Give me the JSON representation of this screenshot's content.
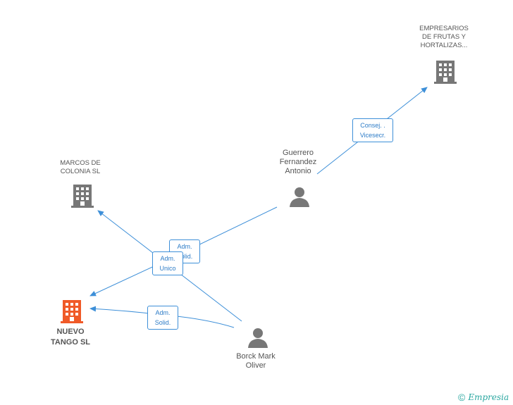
{
  "nodes": {
    "empresarios": {
      "lines": [
        "EMPRESARIOS",
        "DE FRUTAS Y",
        "HORTALIZAS..."
      ],
      "type": "company",
      "color": "#777777"
    },
    "marcos": {
      "lines": [
        "MARCOS DE",
        "COLONIA SL"
      ],
      "type": "company",
      "color": "#777777"
    },
    "nuevo_tango": {
      "lines": [
        "NUEVO",
        "TANGO SL"
      ],
      "type": "company",
      "color": "#f05a28"
    },
    "guerrero": {
      "lines": [
        "Guerrero",
        "Fernandez",
        "Antonio"
      ],
      "type": "person",
      "color": "#777777"
    },
    "borck": {
      "lines": [
        "Borck Mark",
        "Oliver"
      ],
      "type": "person",
      "color": "#777777"
    }
  },
  "edges": {
    "consej": {
      "lines": [
        "Consej. .",
        "Vicesecr."
      ]
    },
    "adm_solid_top": {
      "lines": [
        "Adm.",
        "Solid."
      ]
    },
    "adm_unico": {
      "lines": [
        "Adm.",
        "Unico"
      ]
    },
    "adm_solid_bottom": {
      "lines": [
        "Adm.",
        "Solid."
      ]
    }
  },
  "footer": {
    "copyright": "©",
    "brand": "Empresia"
  },
  "colors": {
    "edge": "#3d8fd8",
    "icon": "#777777",
    "focus": "#f05a28"
  }
}
